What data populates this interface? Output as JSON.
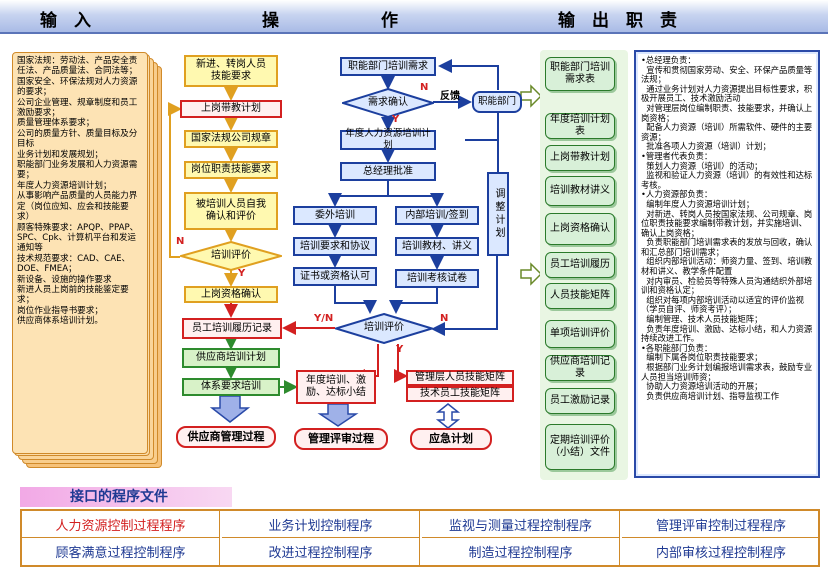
{
  "header": {
    "col_input": "输　入",
    "col_operation": "操　　　　　　作",
    "col_output": "输　出　职　责"
  },
  "inputs": {
    "text": "国家法规：劳动法、产品安全责任法、产品质量法、合同法等；\n国家安全、环保法规对人力资源的要求；\n公司企业管理、规章制度和员工激励要求；\n质量管理体系要求；\n公司的质量方针、质量目标及分目标\n业务计划和发展规划；\n职能部门业务发展和人力资源需要；\n年度人力资源培训计划；\n从事影响产品质量的人员能力界定（岗位应知、应会和技能要求）\n顾客特殊要求：APQP、PPAP、SPC、Cpk、计算机平台和发运通知等\n技术规范要求：CAD、CAE、DOE、FMEA；\n新设备、设施的操作要求\n新进人员上岗前的技能鉴定要求；\n岗位作业指导书要求；\n供应商体系培训计划。"
  },
  "flow": {
    "new_staff": "新进、转岗人员技能要求",
    "onjob_plan": "上岗带教计划",
    "reg_norms": "国家法规公司规章",
    "post_req": "岗位职责技能要求",
    "self_eval": "被培训人员自我确认和评价",
    "train_eval1": "培训评价",
    "onjob_cert": "上岗资格确认",
    "record": "员工培训履历记录",
    "supplier_plan": "供应商培训计划",
    "system_train": "体系要求培训",
    "dept_need": "职能部门培训需求",
    "need_confirm": "需求确认",
    "annual_plan": "年度人力资源培训计划",
    "gm_approve": "总经理批准",
    "ext_train": "委外培训",
    "int_train": "内部培训/签到",
    "req_agree": "培训要求和协议",
    "materials": "培训教材、讲义",
    "cert": "证书或资格认可",
    "exam": "培训考核试卷",
    "train_eval2": "培训评价",
    "func_dept": "职能部门",
    "adjust": "调整计划",
    "summary": "年度培训、激励、达标小结",
    "mgmt_matrix": "管理层人员技能矩阵",
    "tech_matrix": "技术员工技能矩阵",
    "supplier_proc": "供应商管理过程",
    "review_proc": "管理评审过程",
    "emergency": "应急计划",
    "lbl_feedback": "反馈",
    "lbl_n": "N",
    "lbl_y": "Y",
    "lbl_yn": "Y/N"
  },
  "outputs": [
    "职能部门培训需求表",
    "年度培训计划表",
    "上岗带教计划",
    "培训教材讲义",
    "上岗资格确认",
    "员工培训履历",
    "人员技能矩阵",
    "单项培训评价",
    "供应商培训记录",
    "员工激励记录",
    "定期培训评价（小结）文件"
  ],
  "duties": {
    "text": "•总经理负责：\n  宣传和贯彻国家劳动、安全、环保产品质量等法规；\n  通过业务计划对人力资源提出目标性要求，积极开展员工、技术激励活动\n  对管理层岗位编制职责、技能要求，并确认上岗资格；\n  配备人力资源（培训）所需软件、硬件的主要资源；\n  批准各项人力资源（培训）计划；\n•管理者代表负责：\n  策划人力资源（培训）的活动；\n  监视和验证人力资源（培训）的有效性和达标考核。\n•人力资源部负责：\n  编制年度人力资源培训计划；\n  对新进、转岗人员按国家法规、公司规章、岗位职责技能要求编制带教计划，并实施培训、确认上岗资格；\n  负责职能部门培训需求表的发放与回收，确认和汇总部门培训需求；\n  组织内部培训活动：师资力量、签到、培训教材和讲义、教学条件配置\n  对内审员、检验员等特殊人员沟通结织外部培训和资格认定；\n  组织对每项内部培训活动以适宜的评价监视（学员自评、师资考评）；\n  编制管理、技术人员技能矩阵；\n  负责年度培训、激励、达标小结，和人力资源持续改进工作。\n•各职能部门负责：\n  编制下属各岗位职责技能要求；\n  根据部门业务计划编报培训需求表，鼓励专业人员担当培训师资；\n  协助人力资源培训活动的开展；\n  负责供应商培训计划、指导监视工作"
  },
  "interface": {
    "title": "接口的程序文件",
    "cells": [
      "人力资源控制过程程序",
      "业务计划控制程序",
      "监视与测量过程控制程序",
      "管理评审控制过程程序",
      "顾客满意过程控制程序",
      "改进过程控制程序",
      "制造过程控制程序",
      "内部审核过程控制程序"
    ]
  },
  "colors": {
    "accent_red": "#d32020",
    "flow_blue": "#1c3f9e",
    "flow_yellow": "#e0a020",
    "flow_green": "#2e8b2e"
  }
}
